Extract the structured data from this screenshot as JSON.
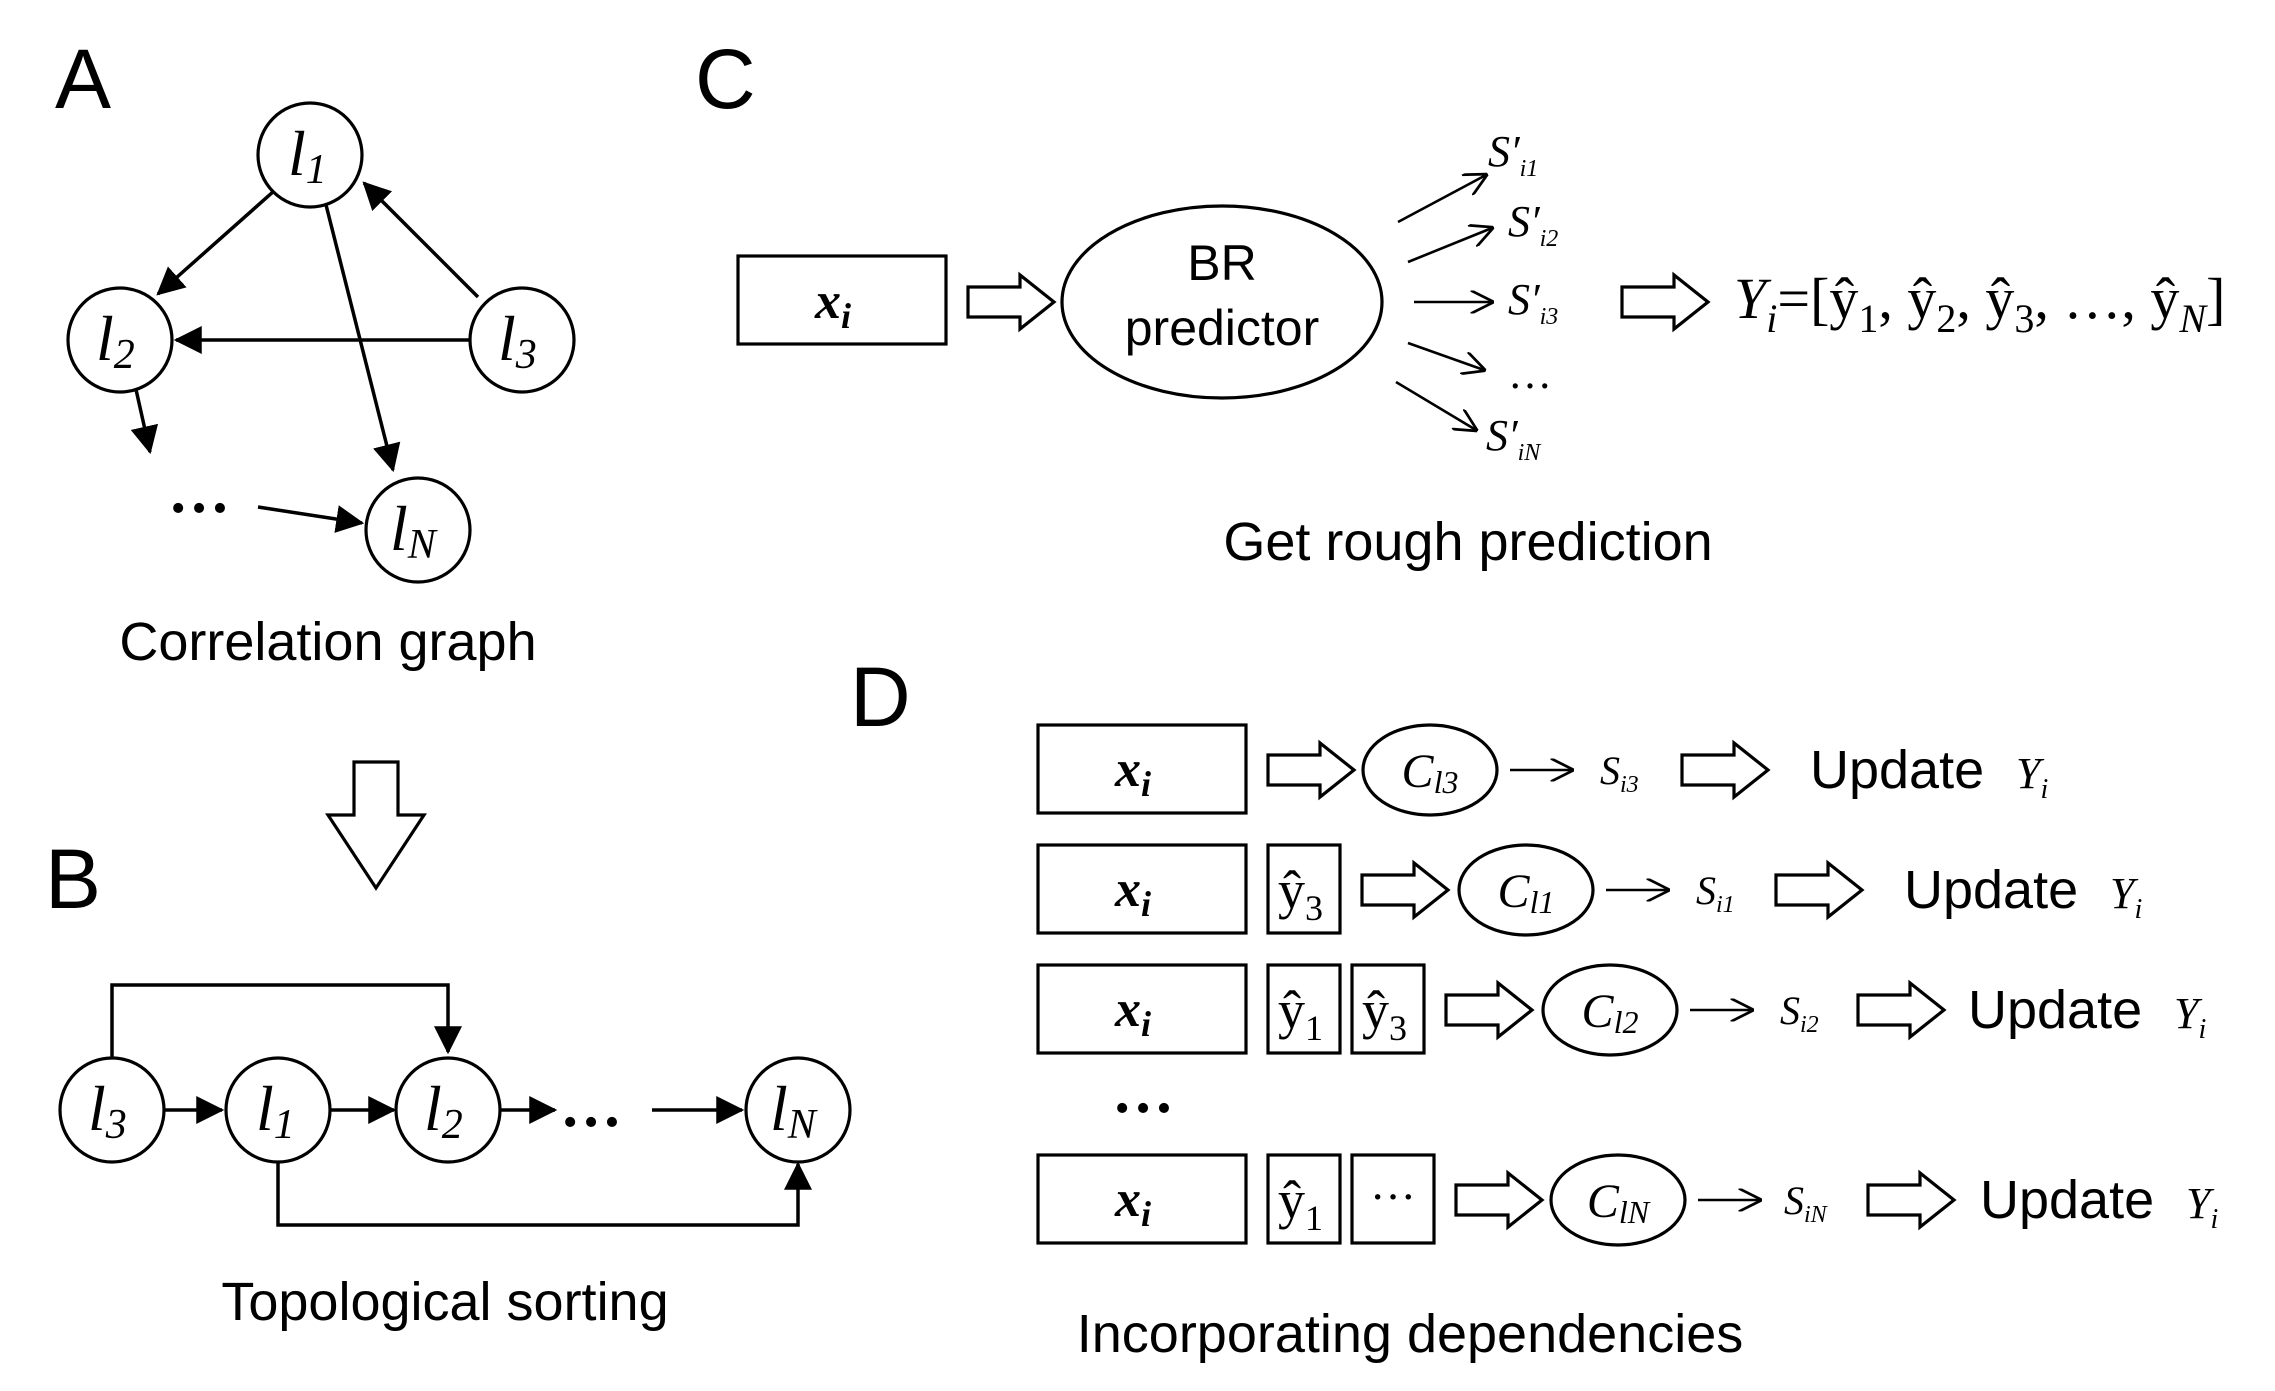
{
  "panels": {
    "A": {
      "letter": "A",
      "caption": "Correlation graph",
      "nodes": {
        "l1": "1",
        "l2": "2",
        "l3": "3",
        "lN": "N"
      },
      "node_letter": "l",
      "ellipsis": "…"
    },
    "B": {
      "letter": "B",
      "caption": "Topological sorting",
      "order": [
        "3",
        "1",
        "2",
        "N"
      ],
      "node_letter": "l",
      "ellipsis": "…"
    },
    "C": {
      "letter": "C",
      "caption": "Get rough prediction",
      "input": {
        "base": "x",
        "sub": "i"
      },
      "predictor": [
        "BR",
        "predictor"
      ],
      "scores": [
        {
          "base": "S′",
          "sub": "i1"
        },
        {
          "base": "S′",
          "sub": "i2"
        },
        {
          "base": "S′",
          "sub": "i3"
        },
        {
          "base": "…",
          "sub": ""
        },
        {
          "base": "S′",
          "sub": "iN"
        }
      ],
      "output": {
        "lhs": "Y",
        "lhs_sub": "i",
        "equals": "=[",
        "terms": [
          {
            "base": "ŷ",
            "sub": "1"
          },
          {
            "base": "ŷ",
            "sub": "2"
          },
          {
            "base": "ŷ",
            "sub": "3"
          },
          {
            "base": "…",
            "sub": ""
          },
          {
            "base": "ŷ",
            "sub": "N"
          }
        ],
        "close": "]"
      }
    },
    "D": {
      "letter": "D",
      "caption": "Incorporating dependencies",
      "rows": [
        {
          "input": "x",
          "input_sub": "i",
          "extras": [],
          "classifier": "C",
          "classifier_sub": "l3",
          "score": "S",
          "score_sub": "i3",
          "action": "Update",
          "target": "Y",
          "target_sub": "i"
        },
        {
          "input": "x",
          "input_sub": "i",
          "extras": [
            {
              "base": "ŷ",
              "sub": "3"
            }
          ],
          "classifier": "C",
          "classifier_sub": "l1",
          "score": "S",
          "score_sub": "i1",
          "action": "Update",
          "target": "Y",
          "target_sub": "i"
        },
        {
          "input": "x",
          "input_sub": "i",
          "extras": [
            {
              "base": "ŷ",
              "sub": "1"
            },
            {
              "base": "ŷ",
              "sub": "3"
            }
          ],
          "classifier": "C",
          "classifier_sub": "l2",
          "score": "S",
          "score_sub": "i2",
          "action": "Update",
          "target": "Y",
          "target_sub": "i"
        },
        {
          "input": "x",
          "input_sub": "i",
          "extras": [
            {
              "base": "ŷ",
              "sub": "1"
            },
            {
              "base": "···",
              "sub": ""
            }
          ],
          "classifier": "C",
          "classifier_sub": "lN",
          "score": "S",
          "score_sub": "iN",
          "action": "Update",
          "target": "Y",
          "target_sub": "i"
        }
      ],
      "row_ellipsis": "…"
    }
  }
}
